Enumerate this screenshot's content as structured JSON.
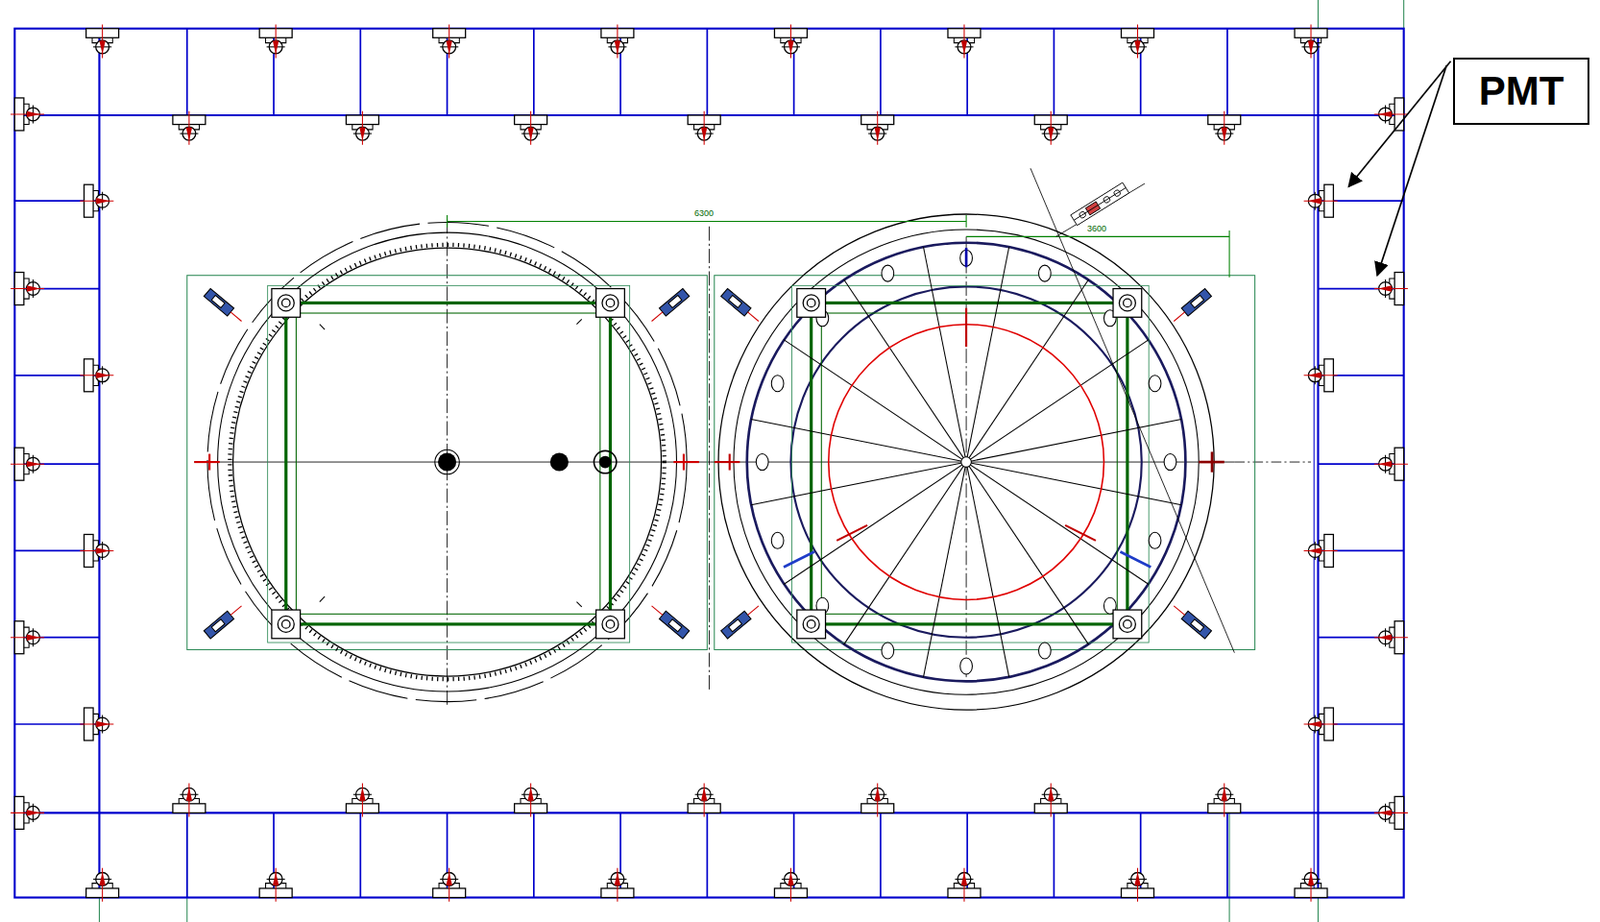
{
  "diagram": {
    "nodes": [
      {
        "text": [
          "PMT"
        ]
      }
    ],
    "labels": [
      "6300",
      "3600"
    ]
  }
}
